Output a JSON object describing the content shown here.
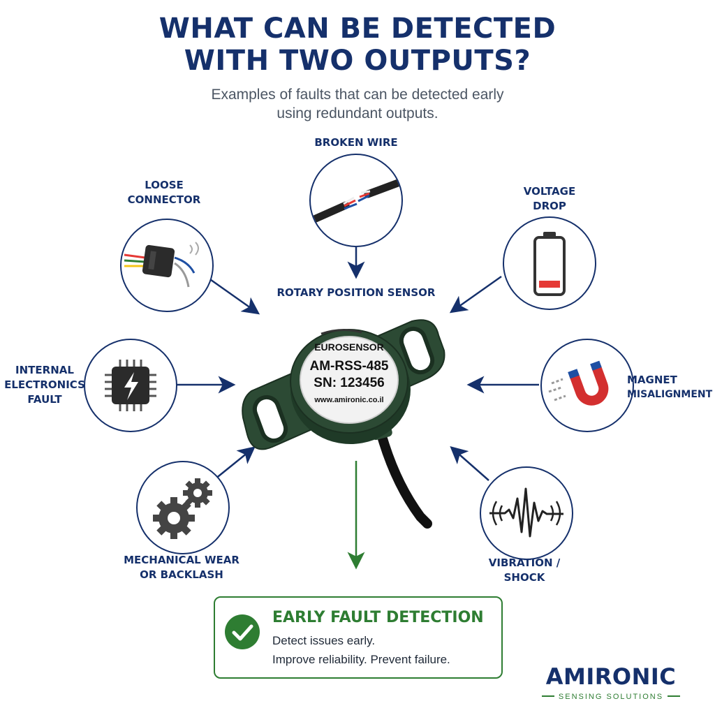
{
  "header": {
    "title_line1": "WHAT CAN BE DETECTED",
    "title_line2": "WITH TWO OUTPUTS?",
    "subtitle_line1": "Examples of faults that can be detected early",
    "subtitle_line2": "using redundant outputs."
  },
  "faults": {
    "broken_wire": "BROKEN WIRE",
    "loose_connector_line1": "LOOSE",
    "loose_connector_line2": "CONNECTOR",
    "voltage_drop_line1": "VOLTAGE",
    "voltage_drop_line2": "DROP",
    "internal_line1": "INTERNAL",
    "internal_line2": "ELECTRONICS",
    "internal_line3": "FAULT",
    "magnet_line1": "MAGNET",
    "magnet_line2": "MISALIGNMENT",
    "mech_line1": "MECHANICAL WEAR",
    "mech_line2": "OR BACKLASH",
    "vibration_line1": "VIBRATION /",
    "vibration_line2": "SHOCK"
  },
  "sensor": {
    "caption": "ROTARY POSITION SENSOR",
    "brand": "EUROSENSOR",
    "model": "AM-RSS-485",
    "serial": "SN: 123456",
    "url": "www.amironic.co.il"
  },
  "result": {
    "title": "EARLY FAULT DETECTION",
    "line1": "Detect issues early.",
    "line2": "Improve reliability. Prevent failure."
  },
  "footer": {
    "brand": "AMIRONIC",
    "tagline": "SENSING SOLUTIONS"
  },
  "colors": {
    "navy": "#15306b",
    "green": "#2e7d32",
    "sensor_body": "#2c4a34",
    "battery_red": "#e53935",
    "magnet_red": "#d32f2f",
    "magnet_blue": "#1e4fa3"
  },
  "icons": [
    "wire-icon",
    "connector-icon",
    "battery-icon",
    "chip-icon",
    "magnet-icon",
    "gears-icon",
    "waveform-icon",
    "check-icon"
  ]
}
